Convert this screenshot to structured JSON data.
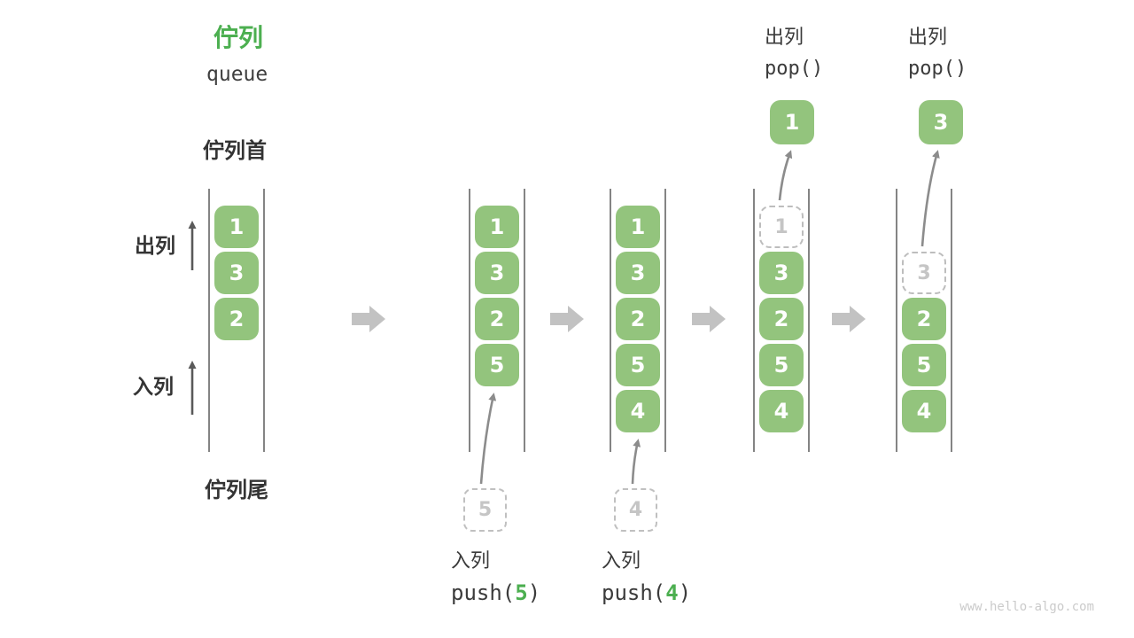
{
  "title": {
    "zh": "佇列",
    "en": "queue"
  },
  "labels": {
    "front": "佇列首",
    "rear": "佇列尾",
    "dequeue": "出列",
    "enqueue": "入列"
  },
  "columns": [
    {
      "name": "step-1",
      "slots": [
        {
          "row": 1,
          "value": "1",
          "state": "filled"
        },
        {
          "row": 2,
          "value": "3",
          "state": "filled"
        },
        {
          "row": 3,
          "value": "2",
          "state": "filled"
        }
      ]
    },
    {
      "name": "step-2-after-push-5",
      "slots": [
        {
          "row": 1,
          "value": "1",
          "state": "filled"
        },
        {
          "row": 2,
          "value": "3",
          "state": "filled"
        },
        {
          "row": 3,
          "value": "2",
          "state": "filled"
        },
        {
          "row": 4,
          "value": "5",
          "state": "filled"
        }
      ]
    },
    {
      "name": "step-3-after-push-4",
      "slots": [
        {
          "row": 1,
          "value": "1",
          "state": "filled"
        },
        {
          "row": 2,
          "value": "3",
          "state": "filled"
        },
        {
          "row": 3,
          "value": "2",
          "state": "filled"
        },
        {
          "row": 4,
          "value": "5",
          "state": "filled"
        },
        {
          "row": 5,
          "value": "4",
          "state": "filled"
        }
      ]
    },
    {
      "name": "step-4-after-pop-1",
      "slots": [
        {
          "row": 1,
          "value": "1",
          "state": "removed"
        },
        {
          "row": 2,
          "value": "3",
          "state": "filled"
        },
        {
          "row": 3,
          "value": "2",
          "state": "filled"
        },
        {
          "row": 4,
          "value": "5",
          "state": "filled"
        },
        {
          "row": 5,
          "value": "4",
          "state": "filled"
        }
      ]
    },
    {
      "name": "step-5-after-pop-3",
      "slots": [
        {
          "row": 2,
          "value": "3",
          "state": "removed"
        },
        {
          "row": 3,
          "value": "2",
          "state": "filled"
        },
        {
          "row": 4,
          "value": "5",
          "state": "filled"
        },
        {
          "row": 5,
          "value": "4",
          "state": "filled"
        }
      ]
    }
  ],
  "floating_boxes": [
    {
      "value": "1",
      "type": "popped"
    },
    {
      "value": "3",
      "type": "popped"
    },
    {
      "value": "5",
      "type": "pending"
    },
    {
      "value": "4",
      "type": "pending"
    }
  ],
  "operations_top": [
    {
      "label": "出列",
      "code": "pop()"
    },
    {
      "label": "出列",
      "code": "pop()"
    }
  ],
  "operations_bottom": [
    {
      "label": "入列",
      "code_prefix": "push(",
      "arg": "5",
      "code_suffix": ")"
    },
    {
      "label": "入列",
      "code_prefix": "push(",
      "arg": "4",
      "code_suffix": ")"
    }
  ],
  "watermark": "www.hello-algo.com",
  "colors": {
    "box_green": "#93C47D",
    "title_green": "#4CAF50",
    "arg_green": "#4CAF50",
    "channel_line": "#4f4f4f",
    "flow_arrow": "#c2c2c2",
    "side_arrow": "#5a5a5a",
    "curve_arrow": "#8c8c8c",
    "dashed_gray": "#bdbdbd",
    "text_dark": "#3b3b3b",
    "watermark_gray": "#cbcbcb"
  }
}
